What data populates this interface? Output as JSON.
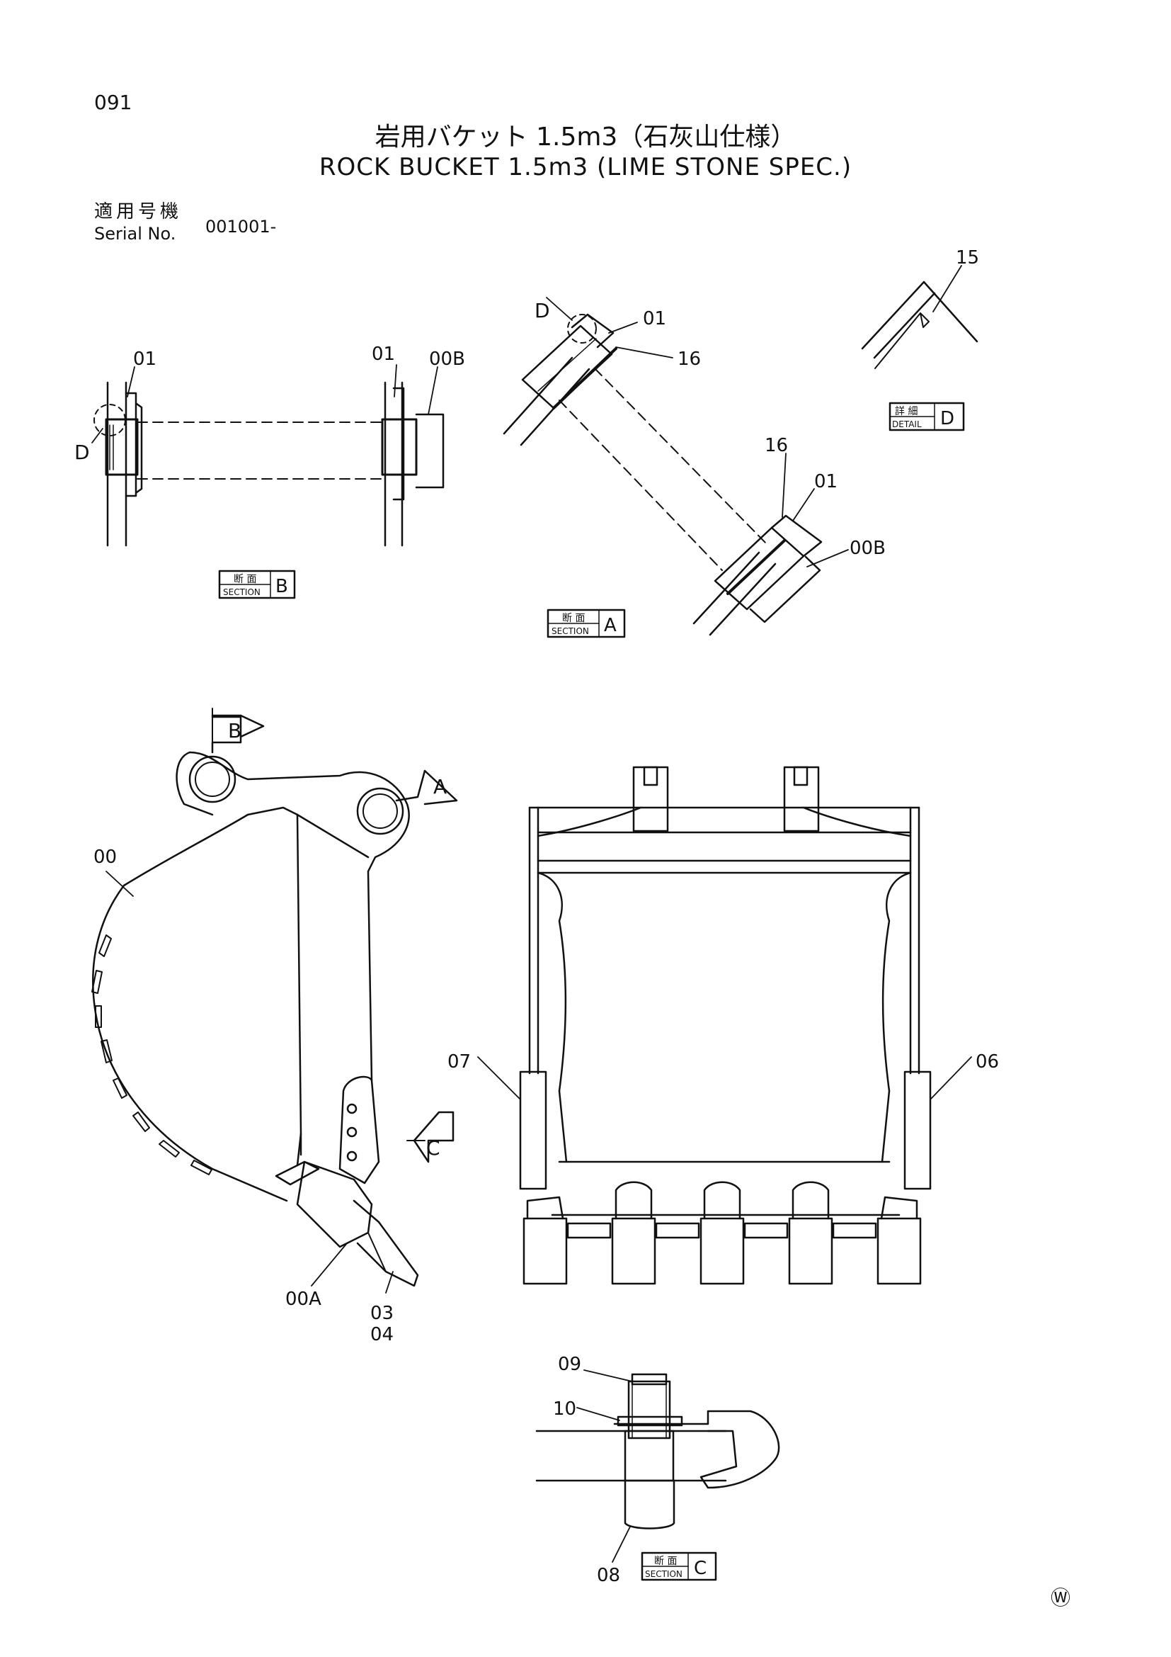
{
  "page": {
    "number": "091",
    "title_jp": "岩用バケット 1.5m3（石灰山仕様）",
    "title_en": "ROCK BUCKET 1.5m3 (LIME STONE SPEC.)",
    "serial_label_jp": "適用号機",
    "serial_label_en": "Serial No.",
    "serial_value": "001001-",
    "corner_mark": "Ⓦ"
  },
  "views": {
    "section_b": {
      "jp": "断 面",
      "en": "SECTION",
      "letter": "B"
    },
    "section_a": {
      "jp": "断 面",
      "en": "SECTION",
      "letter": "A"
    },
    "section_c": {
      "jp": "断 面",
      "en": "SECTION",
      "letter": "C"
    },
    "detail_d": {
      "jp": "詳 細",
      "en": "DETAIL",
      "letter": "D"
    }
  },
  "callouts": {
    "p00": "00",
    "p00a": "00A",
    "p00b": "00B",
    "p01": "01",
    "p03": "03",
    "p04": "04",
    "p06": "06",
    "p07": "07",
    "p08": "08",
    "p09": "09",
    "p10": "10",
    "p15": "15",
    "p16": "16",
    "view_a": "A",
    "view_b": "B",
    "view_c": "C",
    "view_d": "D"
  }
}
